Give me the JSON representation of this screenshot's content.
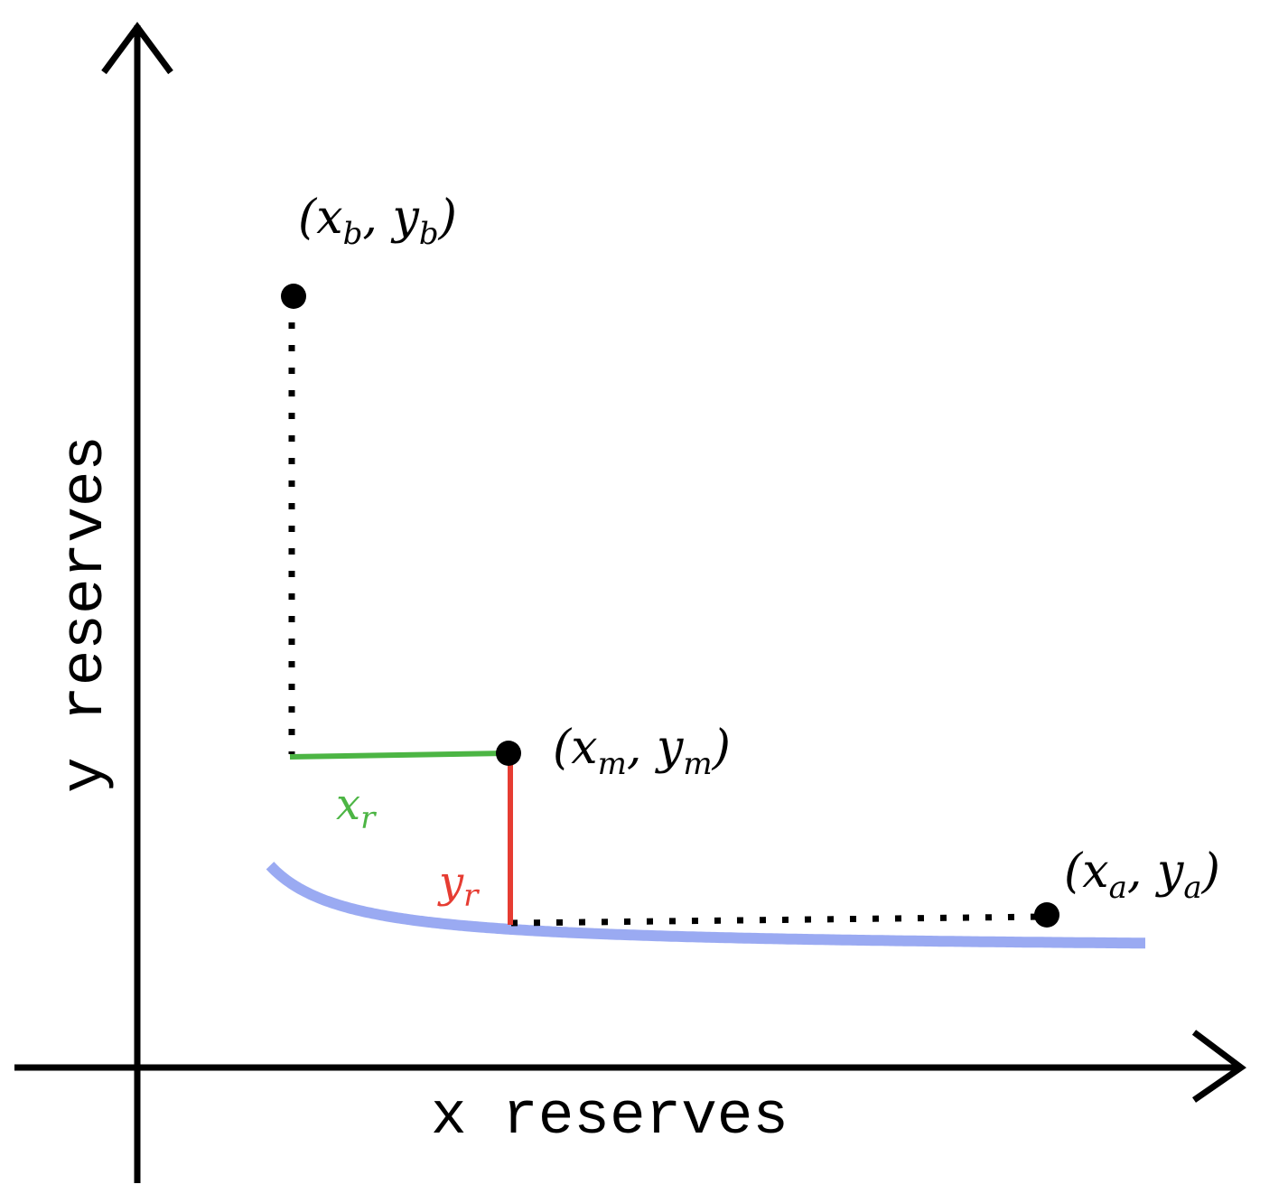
{
  "axes": {
    "x_label": "x reserves",
    "y_label": "y reserves"
  },
  "points": [
    {
      "id": "b",
      "base": "x",
      "sub": "b",
      "base2": "y",
      "sub2": "b"
    },
    {
      "id": "m",
      "base": "x",
      "sub": "m",
      "base2": "y",
      "sub2": "m"
    },
    {
      "id": "a",
      "base": "x",
      "sub": "a",
      "base2": "y",
      "sub2": "a"
    }
  ],
  "segments": {
    "x_r": {
      "base": "x",
      "sub": "r"
    },
    "y_r": {
      "base": "y",
      "sub": "r"
    }
  },
  "colors": {
    "curve": "#9aaaf2",
    "x_segment": "#4cb544",
    "y_segment": "#e63c32",
    "axes": "#000000",
    "points": "#000000",
    "guides": "#000000"
  }
}
